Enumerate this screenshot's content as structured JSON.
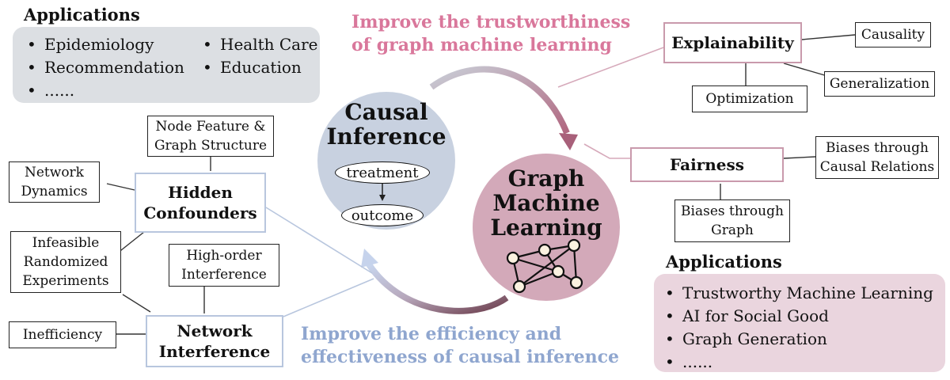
{
  "top_left": {
    "heading": "Applications",
    "items": [
      "Epidemiology",
      "Recommendation",
      "......",
      "Health Care",
      "Education"
    ]
  },
  "top_caption": {
    "line1": "Improve the trustworthiness",
    "line2": "of graph machine learning",
    "color": "#d9779b"
  },
  "bottom_caption": {
    "line1": "Improve the efficiency and",
    "line2": "effectiveness of causal inference",
    "color": "#8fa6cf"
  },
  "causal_circle": {
    "title_line1": "Causal",
    "title_line2": "Inference",
    "treatment": "treatment",
    "outcome": "outcome",
    "color": "#c8d1e0"
  },
  "graph_circle": {
    "title_line1": "Graph",
    "title_line2": "Machine",
    "title_line3": "Learning",
    "color": "#d3a9b9"
  },
  "explainability": {
    "label": "Explainability",
    "causality": "Causality",
    "generalization": "Generalization",
    "optimization": "Optimization"
  },
  "fairness": {
    "label": "Fairness",
    "causal_relations_line1": "Biases through",
    "causal_relations_line2": "Causal Relations",
    "graph_line1": "Biases through",
    "graph_line2": "Graph"
  },
  "bottom_right": {
    "heading": "Applications",
    "items": [
      "Trustworthy Machine Learning",
      "AI for Social Good",
      "Graph Generation",
      "......"
    ]
  },
  "hidden_confounders": {
    "label_line1": "Hidden",
    "label_line2": "Confounders",
    "node_feature_line1": "Node Feature &",
    "node_feature_line2": "Graph Structure",
    "network_dynamics_line1": "Network",
    "network_dynamics_line2": "Dynamics",
    "infeasible_line1": "Infeasible",
    "infeasible_line2": "Randomized",
    "infeasible_line3": "Experiments"
  },
  "network_interference": {
    "label_line1": "Network",
    "label_line2": "Interference",
    "high_order_line1": "High-order",
    "high_order_line2": "Interference",
    "inefficiency": "Inefficiency"
  }
}
